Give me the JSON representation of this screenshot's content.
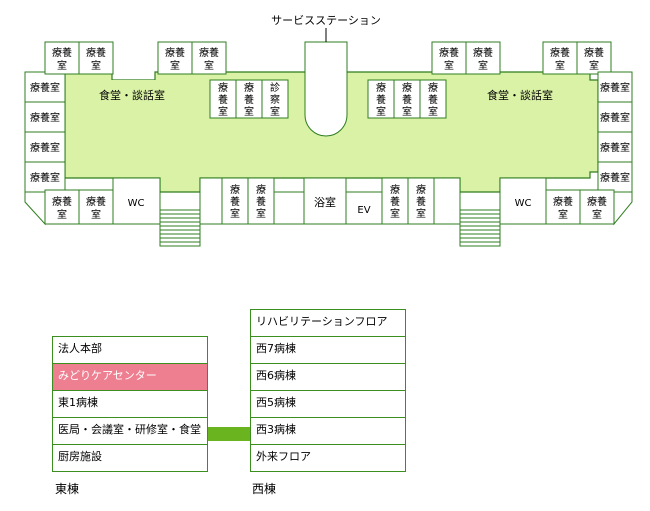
{
  "floor_plan": {
    "service_station": "サービスステーション",
    "room": "療養室",
    "room_stacked": [
      "療",
      "養",
      "室"
    ],
    "exam_room_stacked": [
      "診",
      "察",
      "室"
    ],
    "dining_room": "食堂・談話室",
    "wc": "WC",
    "bath": "浴室",
    "ev": "EV"
  },
  "buildings": {
    "east": {
      "label": "東棟",
      "floors": [
        "法人本部",
        "みどりケアセンター",
        "東1病棟",
        "医局・会議室・研修室・食堂",
        "厨房施設"
      ],
      "highlighted_index": 1
    },
    "west": {
      "label": "西棟",
      "floors": [
        "リハビリテーションフロア",
        "西7病棟",
        "西6病棟",
        "西5病棟",
        "西3病棟",
        "外来フロア"
      ]
    }
  },
  "colors": {
    "floor_fill": "#d9f2a6",
    "wall": "#2e7d1e",
    "highlight": "#ee7f91",
    "bridge": "#6ab51f"
  }
}
